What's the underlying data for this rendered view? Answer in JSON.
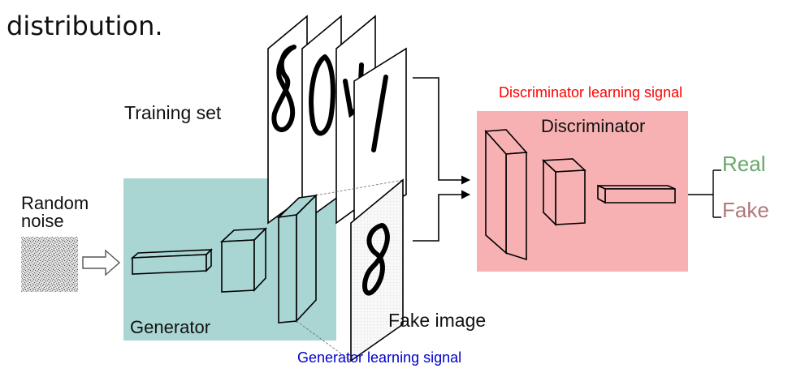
{
  "header_fragment": "distribution.",
  "labels": {
    "training_set": "Training set",
    "random_noise_line1": "Random",
    "random_noise_line2": "noise",
    "generator": "Generator",
    "discriminator": "Discriminator",
    "fake_image": "Fake image",
    "real": "Real",
    "fake": "Fake",
    "discriminator_signal": "Discriminator learning signal",
    "generator_signal": "Generator learning signal"
  },
  "colors": {
    "generator_box": "#a9d6d3",
    "discriminator_box": "#f7b1b3",
    "real_text": "#6aa86a",
    "fake_text": "#b07a7a",
    "disc_signal_text": "#ff0000",
    "gen_signal_text": "#0000cc",
    "line": "#000000"
  }
}
